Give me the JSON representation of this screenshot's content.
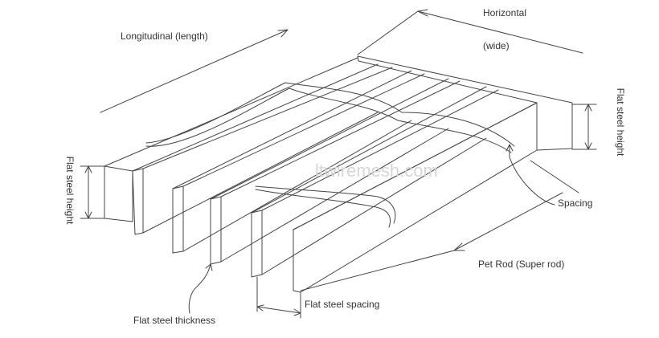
{
  "diagram": {
    "labels": {
      "horizontal": "Horizontal",
      "wide": "(wide)",
      "longitudinal": "Longitudinal (length)",
      "flat_steel_height_left": "Flat steel height",
      "flat_steel_height_right": "Flat steel height",
      "spacing": "Spacing",
      "pet_rod": "Pet Rod (Super rod)",
      "flat_steel_spacing": "Flat steel spacing",
      "flat_steel_thickness": "Flat steel thickness"
    },
    "watermark": "ltwiremesh.com",
    "colors": {
      "line": "#444444",
      "text": "#333333",
      "watermark": "#d6d6d6"
    }
  }
}
